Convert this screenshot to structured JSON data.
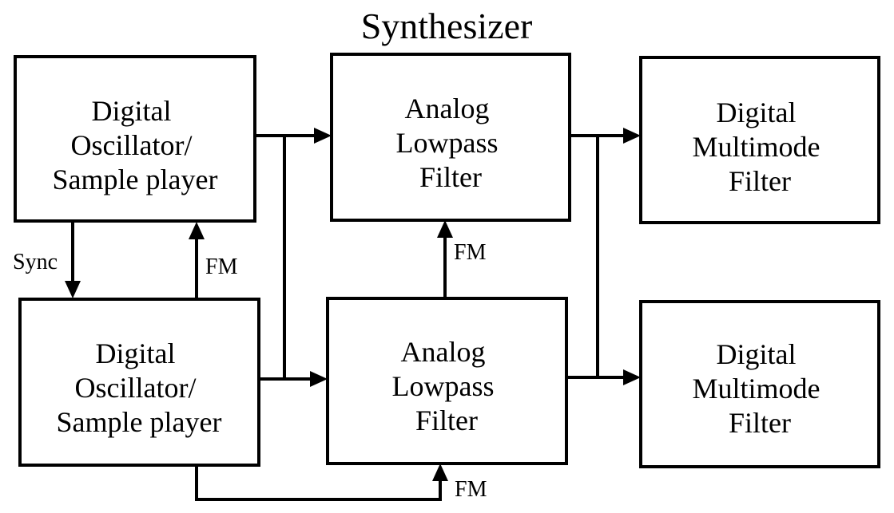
{
  "title": "Synthesizer",
  "blocks": {
    "osc1": [
      "Digital",
      "Oscillator/",
      "Sample player"
    ],
    "osc2": [
      "Digital",
      "Oscillator/",
      "Sample player"
    ],
    "lpf1": [
      "Analog",
      "Lowpass",
      "Filter"
    ],
    "lpf2": [
      "Analog",
      "Lowpass",
      "Filter"
    ],
    "mmf1": [
      "Digital",
      "Multimode",
      "Filter"
    ],
    "mmf2": [
      "Digital",
      "Multimode",
      "Filter"
    ]
  },
  "connection_labels": {
    "sync": "Sync",
    "fm_osc": "FM",
    "fm_lpf": "FM",
    "fm_bottom": "FM"
  }
}
